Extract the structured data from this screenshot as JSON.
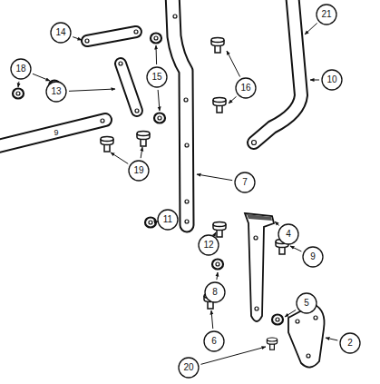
{
  "diagram": {
    "nodes": [
      {
        "text": [
          "21"
        ]
      },
      {
        "text": [
          "14"
        ]
      },
      {
        "text": [
          "18"
        ]
      },
      {
        "text": [
          "15"
        ]
      },
      {
        "text": [
          "10"
        ]
      },
      {
        "text": [
          "16"
        ]
      },
      {
        "text": [
          "13"
        ]
      },
      {
        "text": [
          "19"
        ]
      },
      {
        "text": [
          "7"
        ]
      },
      {
        "text": [
          "11"
        ]
      },
      {
        "text": [
          "4"
        ]
      },
      {
        "text": [
          "12"
        ]
      },
      {
        "text": [
          "9"
        ]
      },
      {
        "text": [
          "8"
        ]
      },
      {
        "text": [
          "5"
        ]
      },
      {
        "text": [
          "6"
        ]
      },
      {
        "text": [
          "2"
        ]
      },
      {
        "text": [
          "20"
        ]
      }
    ],
    "labels": [
      "9"
    ]
  }
}
